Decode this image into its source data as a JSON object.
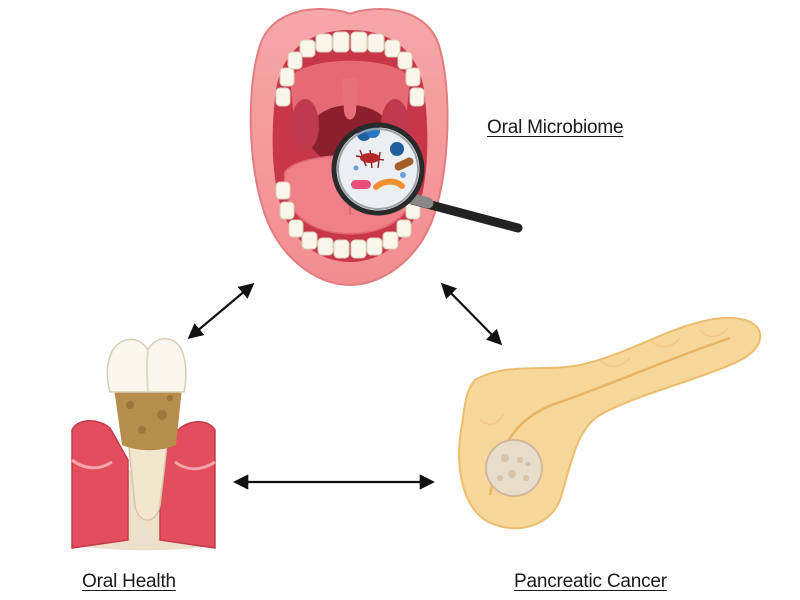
{
  "labels": {
    "oral_microbiome": "Oral Microbiome",
    "oral_health": "Oral Health",
    "pancreatic_cancer": "Pancreatic Cancer "
  }
}
